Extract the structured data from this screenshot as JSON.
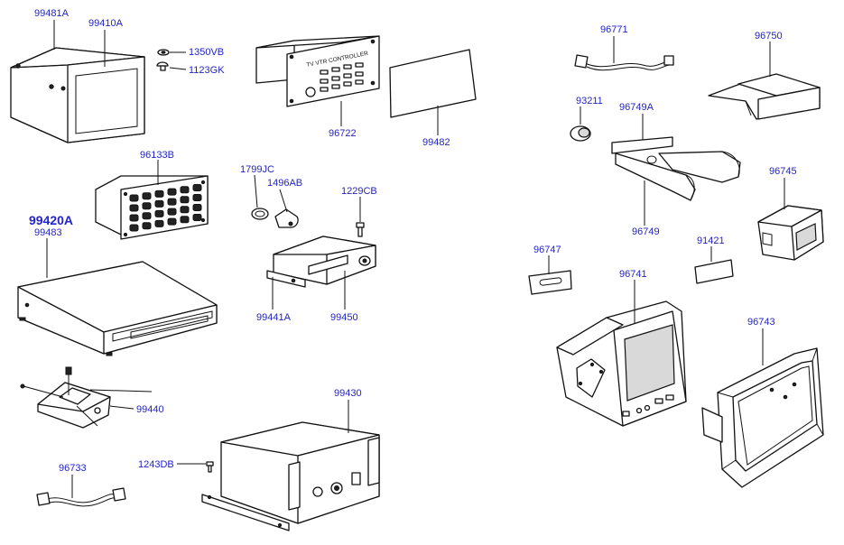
{
  "labels": {
    "p99481A": "99481A",
    "p99410A": "99410A",
    "p1350VB": "1350VB",
    "p1123GK": "1123GK",
    "p96722": "96722",
    "p99482": "99482",
    "p96133B": "96133B",
    "p1799JC": "1799JC",
    "p1496AB": "1496AB",
    "p1229CB": "1229CB",
    "p99420A": "99420A",
    "p99483": "99483",
    "p99441A": "99441A",
    "p99450": "99450",
    "p99440": "99440",
    "p99430": "99430",
    "p1243DB": "1243DB",
    "p96733": "96733",
    "p96771": "96771",
    "p96750": "96750",
    "p93211": "93211",
    "p96749A": "96749A",
    "p96745": "96745",
    "p96749": "96749",
    "p96747": "96747",
    "p91421": "91421",
    "p96741": "96741",
    "p96743": "96743"
  },
  "plate_text": "TV VTR  CONTROLLER",
  "colors": {
    "label": "#2323c8",
    "line": "#111111",
    "background": "#ffffff"
  }
}
